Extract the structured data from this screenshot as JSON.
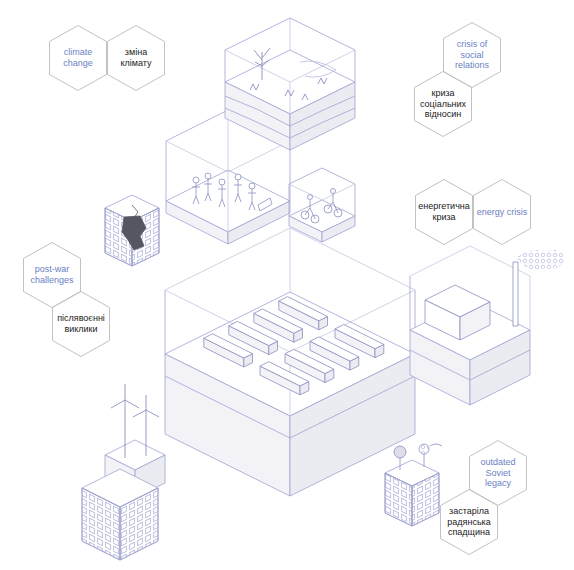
{
  "diagram": {
    "nodes": [
      {
        "text": [
          "climate change"
        ]
      },
      {
        "text": [
          "зміна клімату"
        ]
      },
      {
        "text": [
          "crisis of social relations"
        ]
      },
      {
        "text": [
          "криза соціальних відносин"
        ]
      },
      {
        "text": [
          "енергетична криза"
        ]
      },
      {
        "text": [
          "energy crisis"
        ]
      },
      {
        "text": [
          "post-war challenges"
        ]
      },
      {
        "text": [
          "післявоєнні виклики"
        ]
      },
      {
        "text": [
          "outdated Soviet legacy"
        ]
      },
      {
        "text": [
          "застаріла радянська спадщина"
        ]
      }
    ]
  }
}
